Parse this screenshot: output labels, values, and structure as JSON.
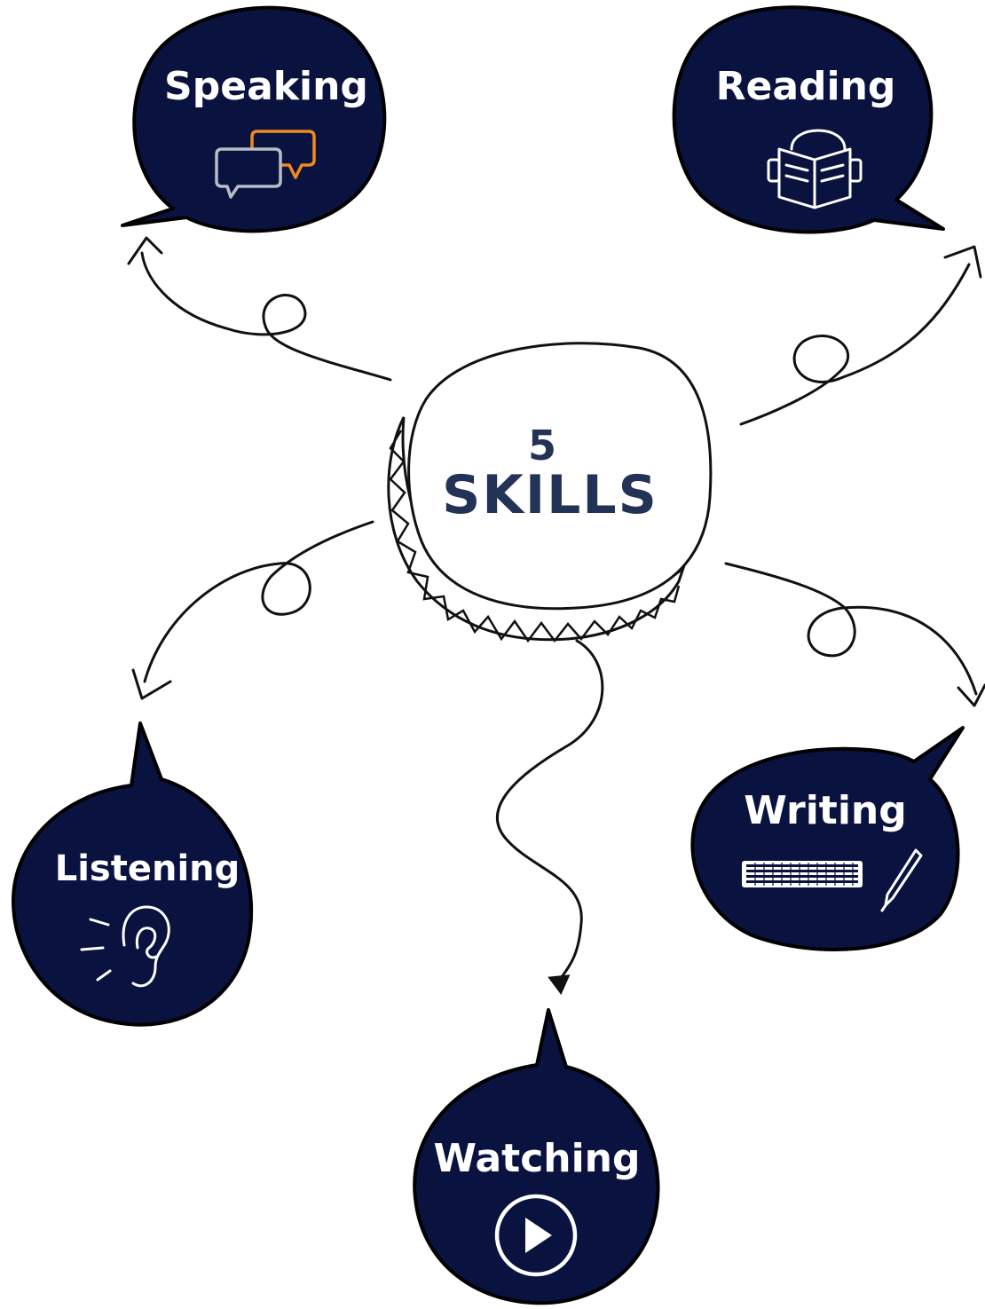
{
  "center": {
    "number": "5",
    "word": "SKILLS"
  },
  "skills": [
    {
      "id": "speaking",
      "label": "Speaking",
      "icon": "speech-bubbles-icon"
    },
    {
      "id": "reading",
      "label": "Reading",
      "icon": "reading-person-icon"
    },
    {
      "id": "listening",
      "label": "Listening",
      "icon": "ear-icon"
    },
    {
      "id": "writing",
      "label": "Writing",
      "icon": "keyboard-pen-icon"
    },
    {
      "id": "watching",
      "label": "Watching",
      "icon": "play-button-icon"
    }
  ],
  "colors": {
    "bubble": "#0a1240",
    "outline": "#000000",
    "label": "#ffffff",
    "center_text": "#223355",
    "speech_icon_primary": "#b8bcc4",
    "speech_icon_accent": "#f08a1c"
  }
}
